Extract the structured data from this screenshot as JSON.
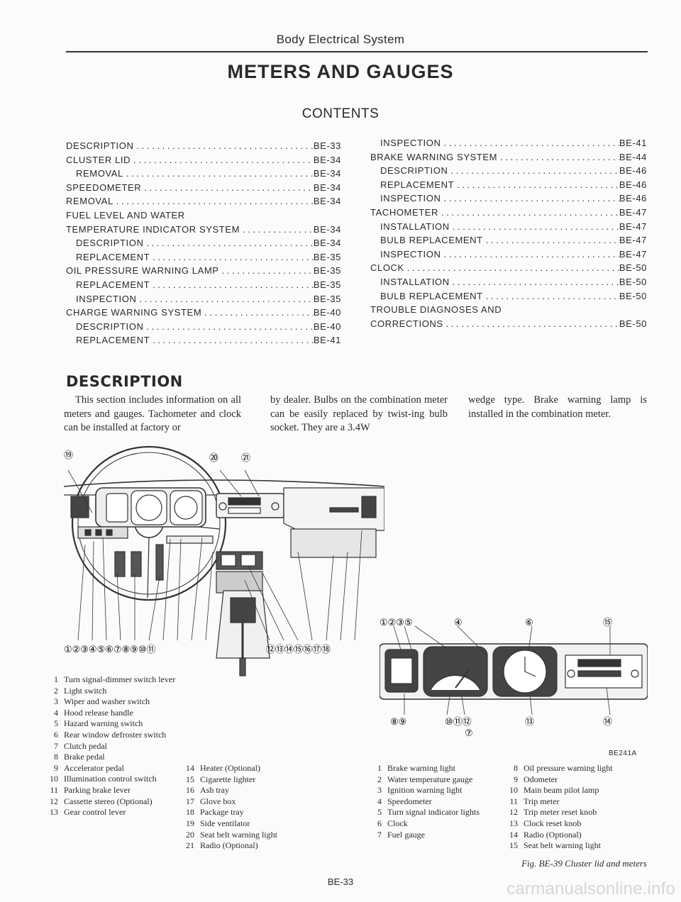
{
  "header": {
    "running_head": "Body Electrical System",
    "title": "METERS AND GAUGES",
    "contents_label": "CONTENTS"
  },
  "toc_left": [
    {
      "label": "DESCRIPTION",
      "page": "BE-33",
      "indent": 0
    },
    {
      "label": "CLUSTER LID",
      "page": "BE-34",
      "indent": 0
    },
    {
      "label": "REMOVAL",
      "page": "BE-34",
      "indent": 1
    },
    {
      "label": "SPEEDOMETER",
      "page": "BE-34",
      "indent": 0
    },
    {
      "label": "REMOVAL",
      "page": "BE-34",
      "indent": 0
    },
    {
      "label": "FUEL LEVEL AND WATER",
      "page": "",
      "indent": 0
    },
    {
      "label": "TEMPERATURE INDICATOR SYSTEM",
      "page": "BE-34",
      "indent": 0
    },
    {
      "label": "DESCRIPTION",
      "page": "BE-34",
      "indent": 1
    },
    {
      "label": "REPLACEMENT",
      "page": "BE-35",
      "indent": 1
    },
    {
      "label": "OIL PRESSURE WARNING LAMP",
      "page": "BE-35",
      "indent": 0
    },
    {
      "label": "REPLACEMENT",
      "page": "BE-35",
      "indent": 1
    },
    {
      "label": "INSPECTION",
      "page": "BE-35",
      "indent": 1
    },
    {
      "label": "CHARGE WARNING SYSTEM",
      "page": "BE-40",
      "indent": 0
    },
    {
      "label": "DESCRIPTION",
      "page": "BE-40",
      "indent": 1
    },
    {
      "label": "REPLACEMENT",
      "page": "BE-41",
      "indent": 1
    }
  ],
  "toc_right": [
    {
      "label": "INSPECTION",
      "page": "BE-41",
      "indent": 1
    },
    {
      "label": "BRAKE WARNING SYSTEM",
      "page": "BE-44",
      "indent": 0
    },
    {
      "label": "DESCRIPTION",
      "page": "BE-46",
      "indent": 1
    },
    {
      "label": "REPLACEMENT",
      "page": "BE-46",
      "indent": 1
    },
    {
      "label": "INSPECTION",
      "page": "BE-46",
      "indent": 1
    },
    {
      "label": "TACHOMETER",
      "page": "BE-47",
      "indent": 0
    },
    {
      "label": "INSTALLATION",
      "page": "BE-47",
      "indent": 1
    },
    {
      "label": "BULB REPLACEMENT",
      "page": "BE-47",
      "indent": 1
    },
    {
      "label": "INSPECTION",
      "page": "BE-47",
      "indent": 1
    },
    {
      "label": "CLOCK",
      "page": "BE-50",
      "indent": 0
    },
    {
      "label": "INSTALLATION",
      "page": "BE-50",
      "indent": 1
    },
    {
      "label": "BULB REPLACEMENT",
      "page": "BE-50",
      "indent": 1
    },
    {
      "label": "TROUBLE DIAGNOSES AND",
      "page": "",
      "indent": 0
    },
    {
      "label": "CORRECTIONS",
      "page": "BE-50",
      "indent": 0
    }
  ],
  "description": {
    "heading": "DESCRIPTION",
    "col1": "This section includes information on all meters and gauges. Tachometer and clock can be installed at factory or",
    "col2": "by dealer. Bulbs on the combination meter can be easily replaced by twist-ing bulb socket. They are a 3.4W",
    "col3": "wedge type. Brake warning lamp is installed in the combination meter."
  },
  "figure_left_labels": {
    "top": [
      "⑲",
      "⑳",
      "㉑"
    ],
    "left_row": "①②③④⑤⑥⑦⑧⑨⑩⑪",
    "right_row": "⑫⑬⑭⑮⑯⑰⑱"
  },
  "figure_right_labels": {
    "top": [
      "①②③⑤",
      "④",
      "⑥",
      "⑮"
    ],
    "bottom": [
      "⑧⑨",
      "⑩⑪⑫",
      "⑬",
      "⑭"
    ],
    "bottom2": "⑦"
  },
  "legend_dashboard": [
    {
      "n": "1",
      "text": "Turn signal-dimmer switch lever"
    },
    {
      "n": "2",
      "text": "Light switch"
    },
    {
      "n": "3",
      "text": "Wiper and washer switch"
    },
    {
      "n": "4",
      "text": "Hood release handle"
    },
    {
      "n": "5",
      "text": "Hazard warning switch"
    },
    {
      "n": "6",
      "text": "Rear window defroster switch"
    },
    {
      "n": "7",
      "text": "Clutch pedal"
    },
    {
      "n": "8",
      "text": "Brake pedal"
    },
    {
      "n": "9",
      "text": "Accelerator pedal"
    },
    {
      "n": "10",
      "text": "Illumination control switch"
    },
    {
      "n": "11",
      "text": "Parking brake lever"
    },
    {
      "n": "12",
      "text": "Cassette stereo (Optional)"
    },
    {
      "n": "13",
      "text": "Gear control lever"
    }
  ],
  "legend_dashboard_2": [
    {
      "n": "14",
      "text": "Heater (Optional)"
    },
    {
      "n": "15",
      "text": "Cigarette lighter"
    },
    {
      "n": "16",
      "text": "Ash tray"
    },
    {
      "n": "17",
      "text": "Glove box"
    },
    {
      "n": "18",
      "text": "Package tray"
    },
    {
      "n": "19",
      "text": "Side ventilator"
    },
    {
      "n": "20",
      "text": "Seat belt warning light"
    },
    {
      "n": "21",
      "text": "Radio (Optional)"
    }
  ],
  "legend_cluster": [
    {
      "n": "1",
      "text": "Brake warning light"
    },
    {
      "n": "2",
      "text": "Water temperature gauge"
    },
    {
      "n": "3",
      "text": "Ignition warning light"
    },
    {
      "n": "4",
      "text": "Speedometer"
    },
    {
      "n": "5",
      "text": "Turn signal indicator lights"
    },
    {
      "n": "6",
      "text": "Clock"
    },
    {
      "n": "7",
      "text": "Fuel gauge"
    }
  ],
  "legend_cluster_2": [
    {
      "n": "8",
      "text": "Oil pressure warning light"
    },
    {
      "n": "9",
      "text": "Odometer"
    },
    {
      "n": "10",
      "text": "Main beam pilot lamp"
    },
    {
      "n": "11",
      "text": "Trip meter"
    },
    {
      "n": "12",
      "text": "Trip meter reset knob"
    },
    {
      "n": "13",
      "text": "Clock reset knob"
    },
    {
      "n": "14",
      "text": "Radio (Optional)"
    },
    {
      "n": "15",
      "text": "Seat belt warning light"
    }
  ],
  "figure": {
    "code": "BE241A",
    "caption": "Fig. BE-39  Cluster lid and meters"
  },
  "footer": {
    "page_number": "BE-33",
    "watermark": "carmanualsonline.info"
  }
}
